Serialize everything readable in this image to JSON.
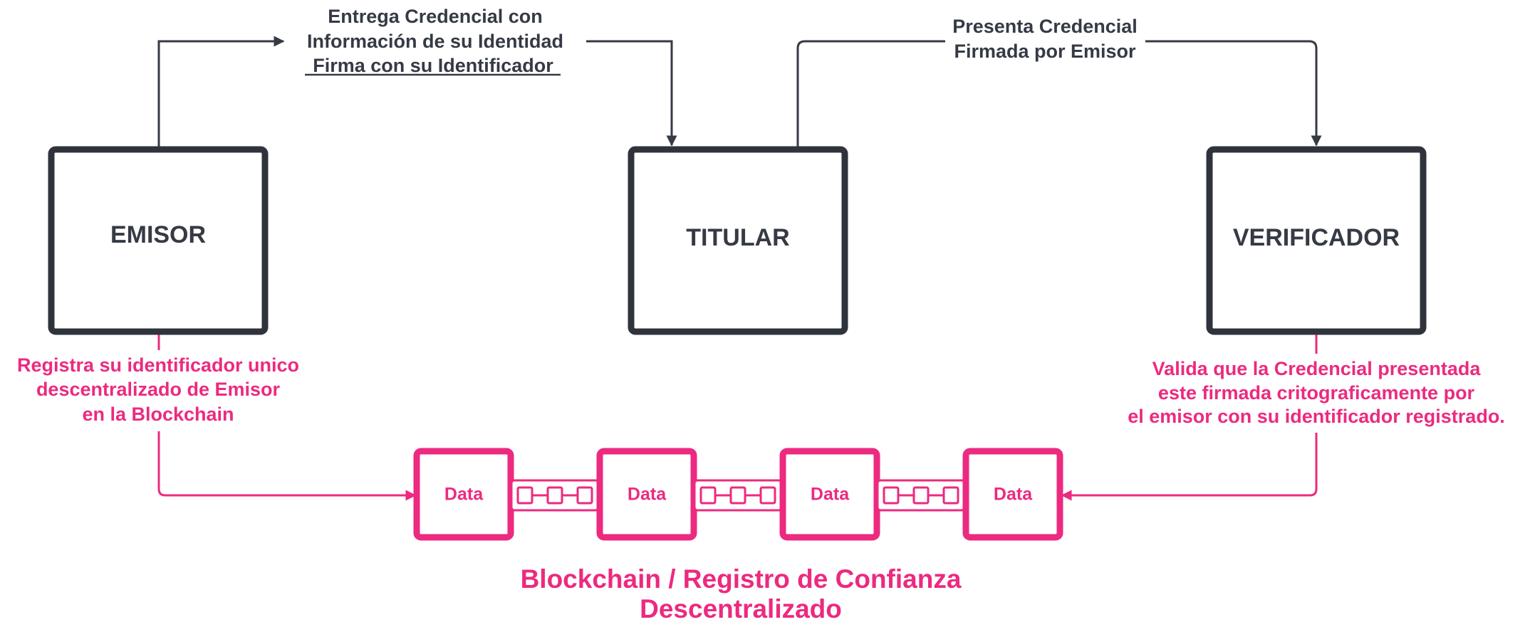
{
  "boxes": {
    "emisor": "EMISOR",
    "titular": "TITULAR",
    "verificador": "VERIFICADOR"
  },
  "issue_edge": {
    "line1": "Entrega Credencial con",
    "line2": "Información de su Identidad",
    "line3": "Firma con su Identificador"
  },
  "present_edge": {
    "line1": "Presenta Credencial",
    "line2": "Firmada por Emisor"
  },
  "register_note": {
    "line1": "Registra su identificador unico",
    "line2": "descentralizado de Emisor",
    "line3": "en la Blockchain"
  },
  "validate_note": {
    "line1": "Valida que la Credencial presentada",
    "line2": "este firmada critograficamente por",
    "line3": "el emisor con su identificador registrado."
  },
  "blockchain": {
    "blocks": [
      "Data",
      "Data",
      "Data",
      "Data"
    ],
    "title_line1": "Blockchain / Registro de Confianza",
    "title_line2": "Descentralizado"
  },
  "colors": {
    "dark": "#353a44",
    "accent_pink": "#ec2a7f"
  }
}
